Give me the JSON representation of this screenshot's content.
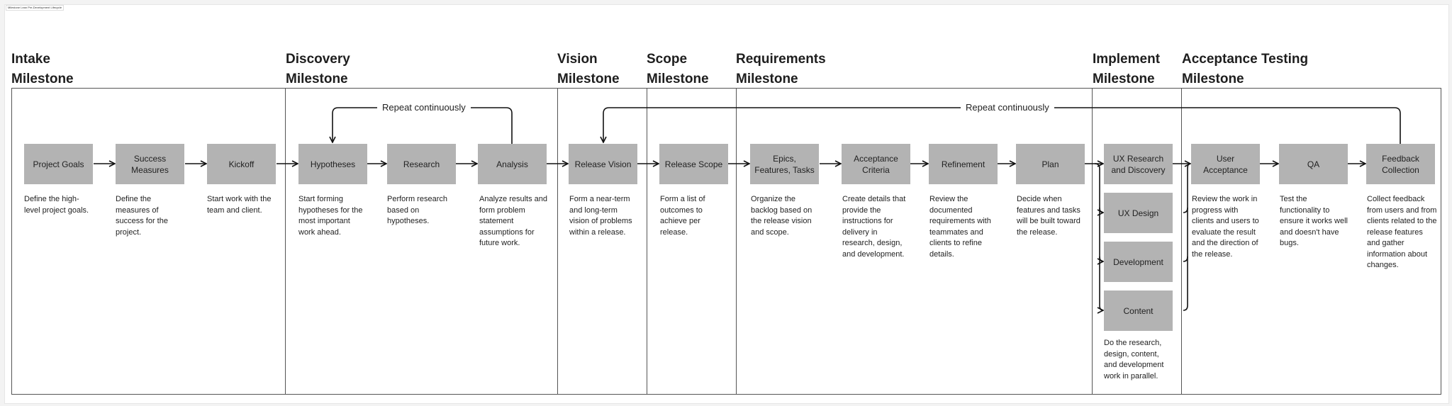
{
  "frame_label": "Milestone Lean Pre-Development Lifecycle",
  "milestones": [
    {
      "line1": "Intake",
      "line2": "Milestone"
    },
    {
      "line1": "Discovery",
      "line2": "Milestone"
    },
    {
      "line1": "Vision",
      "line2": "Milestone"
    },
    {
      "line1": "Scope",
      "line2": "Milestone"
    },
    {
      "line1": "Requirements",
      "line2": "Milestone"
    },
    {
      "line1": "Implement",
      "line2": "Milestone"
    },
    {
      "line1": "Acceptance Testing",
      "line2": "Milestone"
    }
  ],
  "repeat_labels": [
    "Repeat continuously",
    "Repeat continuously"
  ],
  "steps": [
    {
      "label": "Project Goals",
      "desc": "Define the high-level project goals."
    },
    {
      "label": "Success Measures",
      "desc": "Define the measures of success for the project."
    },
    {
      "label": "Kickoff",
      "desc": "Start work with the team and client."
    },
    {
      "label": "Hypotheses",
      "desc": "Start forming hypotheses for the most important work ahead."
    },
    {
      "label": "Research",
      "desc": "Perform research based on hypotheses."
    },
    {
      "label": "Analysis",
      "desc": "Analyze results and form problem statement assumptions for future work."
    },
    {
      "label": "Release Vision",
      "desc": "Form a near-term and long-term vision of problems within a release."
    },
    {
      "label": "Release Scope",
      "desc": "Form a list of outcomes to achieve per release."
    },
    {
      "label": "Epics, Features, Tasks",
      "desc": "Organize the backlog based on the release vision and scope."
    },
    {
      "label": "Acceptance Criteria",
      "desc": "Create details that provide the instructions for delivery in research, design, and development."
    },
    {
      "label": "Refinement",
      "desc": "Review the documented requirements with teammates and clients to refine details."
    },
    {
      "label": "Plan",
      "desc": "Decide when features and tasks will be built toward the release."
    },
    {
      "label": "User Acceptance",
      "desc": "Review the work in progress with clients and users to evaluate the result and the direction of the release."
    },
    {
      "label": "QA",
      "desc": "Test the functionality to ensure it works well and doesn't have bugs."
    },
    {
      "label": "Feedback Collection",
      "desc": "Collect feedback from users and from clients related to the release features and gather information about changes."
    }
  ],
  "implement_steps": [
    {
      "label": "UX Research and Discovery"
    },
    {
      "label": "UX Design"
    },
    {
      "label": "Development"
    },
    {
      "label": "Content"
    }
  ],
  "implement_desc": "Do the research, design, content, and development work in parallel."
}
